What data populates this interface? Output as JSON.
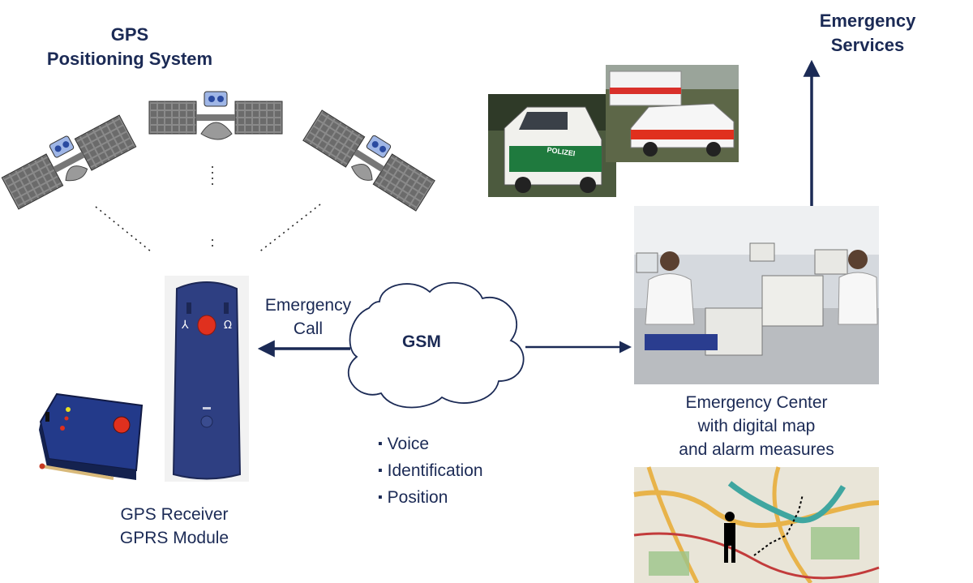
{
  "gps_system": {
    "line1": "GPS",
    "line2": "Positioning System"
  },
  "emergency_services": {
    "line1": "Emergency",
    "line2": "Services"
  },
  "emergency_call": {
    "line1": "Emergency",
    "line2": "Call"
  },
  "gsm": {
    "label": "GSM"
  },
  "gsm_items": [
    "Voice",
    "Identification",
    "Position"
  ],
  "emergency_center": {
    "line1": "Emergency Center",
    "line2": "with digital map",
    "line3": "and alarm measures"
  },
  "gps_receiver": {
    "line1": "GPS Receiver",
    "line2": "GPRS Module"
  },
  "vehicle_marking": "POLIZEI",
  "colors": {
    "navy": "#1b2a55",
    "device_blue": "#2e3f82",
    "alarm_red": "#e0301e",
    "police_green": "#1f7a3e"
  }
}
